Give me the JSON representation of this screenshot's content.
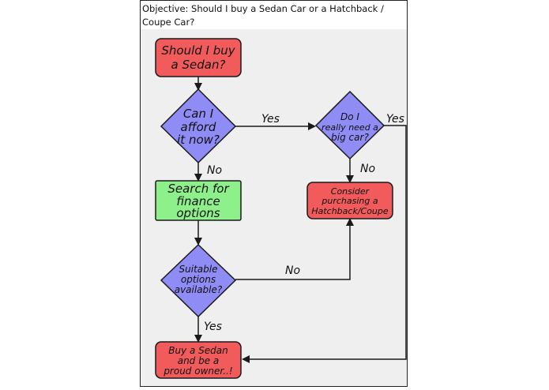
{
  "objective": {
    "text": "Objective: Should I buy a Sedan Car or a Hatchback / Coupe Car?"
  },
  "nodes": {
    "start": [
      "Should I buy",
      "a Sedan?"
    ],
    "afford": [
      "Can I",
      "afford",
      "it now?"
    ],
    "need_big": [
      "Do I",
      "really need a",
      "big car?"
    ],
    "search_finance": [
      "Search for",
      "finance",
      "options"
    ],
    "consider_hatch": [
      "Consider",
      "purchasing a",
      "Hatchback/Coupe"
    ],
    "suitable": [
      "Suitable",
      "options",
      "available?"
    ],
    "buy_sedan": [
      "Buy a Sedan",
      "and be a",
      "proud owner..!"
    ]
  },
  "edges": {
    "afford_yes": "Yes",
    "afford_no": "No",
    "need_yes": "Yes",
    "need_no": "No",
    "suitable_no": "No",
    "suitable_yes": "Yes"
  },
  "colors": {
    "terminal": "#f25b5b",
    "decision": "#8f8cf5",
    "process": "#8ef08a",
    "stroke": "#1a1a1a"
  }
}
